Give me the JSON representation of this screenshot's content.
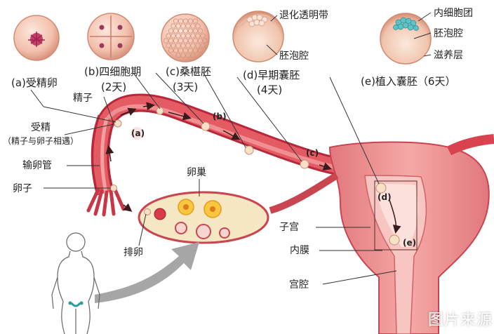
{
  "stages": {
    "a": "(a)受精卵",
    "b": "(b)四细胞期",
    "b_days": "(2天)",
    "c": "(c)桑椹胚",
    "c_days": "(3天)",
    "d": "(d)早期囊胚",
    "d_days": "(4天)",
    "e": "(e)植入囊胚（6天）"
  },
  "blastocyst_parts": {
    "zona": "退化透明带",
    "cavity_d": "胚泡腔",
    "inner_mass": "内细胞团",
    "cavity_e": "胚泡腔",
    "trophoblast": "滋养层"
  },
  "anatomy": {
    "sperm": "精子",
    "fertilization": "受精",
    "fertilization_note": "（精子与卵子相遇）",
    "oviduct": "输卵管",
    "egg": "卵子",
    "ovary": "卵巢",
    "ovulation": "排卵",
    "uterus": "子宫",
    "endometrium": "内膜",
    "uterine_cavity": "宫腔"
  },
  "path_markers": [
    "(a)",
    "(b)",
    "(c)",
    "(d)",
    "(e)"
  ],
  "watermark": "图片来源",
  "colors": {
    "tissue": "#d9434f",
    "tissue_light": "#f3a3a6",
    "tissue_pale": "#f9d4cf",
    "ovary_fill": "#f8e6b0",
    "cell": "#f2c6b5",
    "cell_edge": "#d9987f",
    "arrow_gray": "#9a9a9a"
  }
}
